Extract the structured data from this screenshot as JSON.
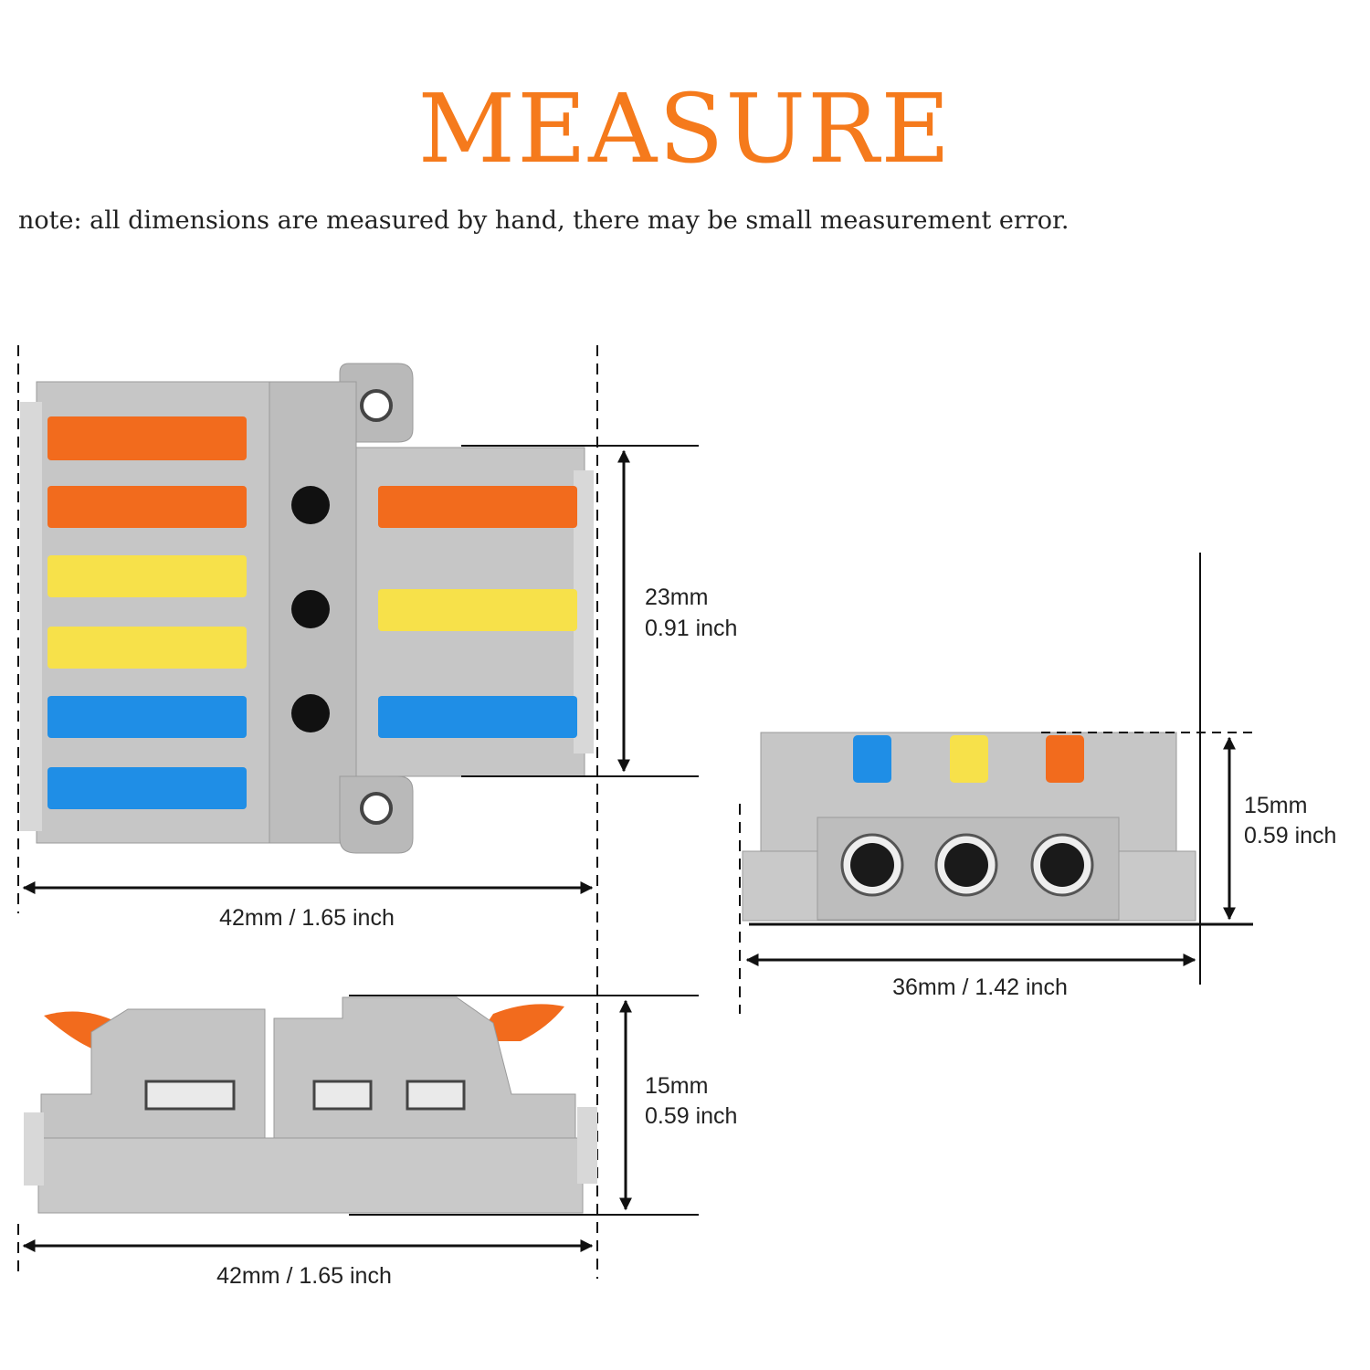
{
  "title": "MEASURE",
  "note": "note: all dimensions are measured by hand, there may be small measurement error.",
  "colors": {
    "title": "#f57a1c",
    "housing": "#c9c9c9",
    "lever_orange": "#f26b1d",
    "lever_yellow": "#f7e14a",
    "lever_blue": "#1f8ee6"
  },
  "top_view": {
    "width_label": "42mm / 1.65 inch",
    "height_label_mm": "23mm",
    "height_label_inch": "0.91 inch"
  },
  "side_view": {
    "width_label": "42mm / 1.65 inch",
    "height_label_mm": "15mm",
    "height_label_inch": "0.59 inch"
  },
  "end_view": {
    "width_label": "36mm / 1.42 inch",
    "height_label_mm": "15mm",
    "height_label_inch": "0.59 inch"
  }
}
